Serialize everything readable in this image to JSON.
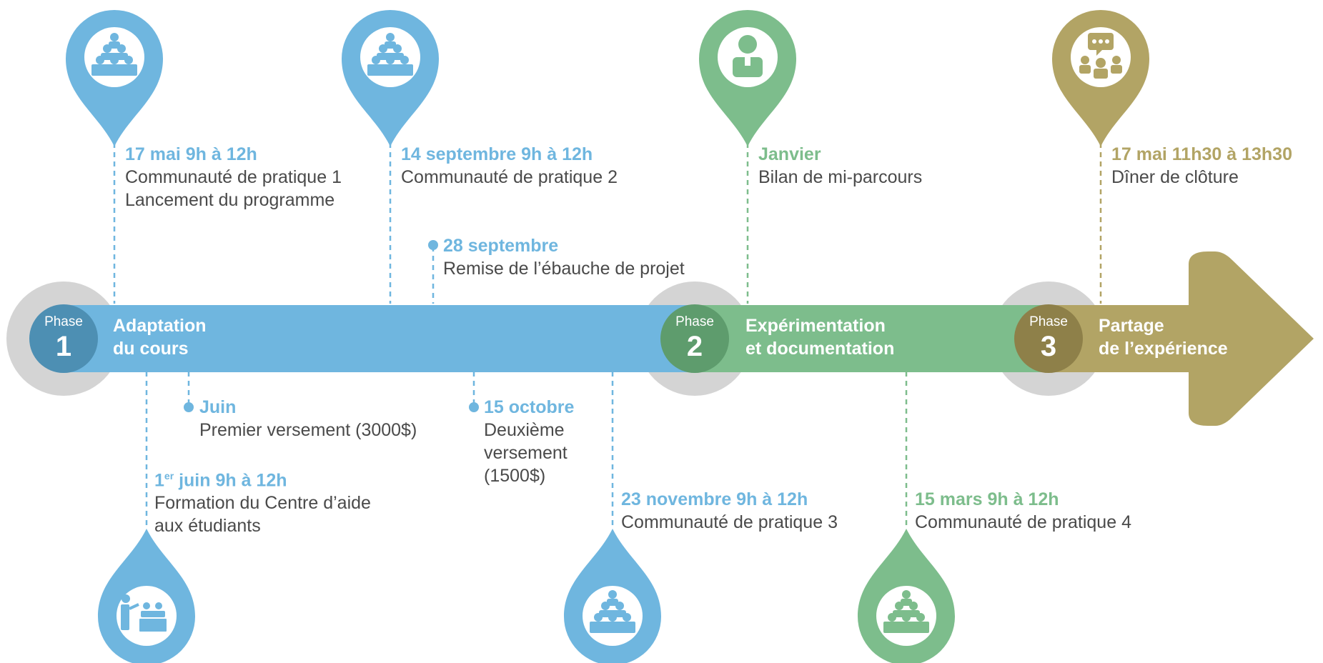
{
  "colors": {
    "blue": "#6fb6df",
    "green": "#7dbd8c",
    "gold": "#b2a465",
    "grey": "#cfcfcf",
    "blue_dark": "#4d8fb3",
    "green_dark": "#5e9c6d",
    "gold_dark": "#8e8049"
  },
  "phases": [
    {
      "word": "Phase",
      "number": "1",
      "title_line1": "Adaptation",
      "title_line2": "du cours"
    },
    {
      "word": "Phase",
      "number": "2",
      "title_line1": "Expérimentation",
      "title_line2": "et documentation"
    },
    {
      "word": "Phase",
      "number": "3",
      "title_line1": "Partage",
      "title_line2": "de l’expérience"
    }
  ],
  "events_top": [
    {
      "date": "17 mai 9h à 12h",
      "line1": "Communauté de pratique 1",
      "line2": "Lancement du programme",
      "icon": "community-icon"
    },
    {
      "date": "14 septembre 9h à 12h",
      "line1": "Communauté de pratique 2",
      "icon": "community-icon"
    },
    {
      "date": "Janvier",
      "line1": "Bilan de mi-parcours",
      "icon": "person-icon"
    },
    {
      "date": "17 mai 11h30 à 13h30",
      "line1": "Dîner de clôture",
      "icon": "chat-group-icon"
    }
  ],
  "milestones": [
    {
      "date": "28 septembre",
      "line1": "Remise de l’ébauche de projet"
    },
    {
      "date": "Juin",
      "line1": "Premier versement (3000$)"
    },
    {
      "date": "15 octobre",
      "line1": "Deuxième",
      "line2": "versement",
      "line3": "(1500$)"
    }
  ],
  "events_bottom": [
    {
      "date_prefix": "1",
      "date_sup": "er",
      "date_rest": " juin 9h à 12h",
      "line1": "Formation du Centre d’aide",
      "line2": "aux étudiants",
      "icon": "presenter-icon"
    },
    {
      "date": "23 novembre 9h à 12h",
      "line1": "Communauté de pratique 3",
      "icon": "community-icon"
    },
    {
      "date": "15 mars 9h à 12h",
      "line1": "Communauté de pratique 4",
      "icon": "community-icon"
    }
  ]
}
